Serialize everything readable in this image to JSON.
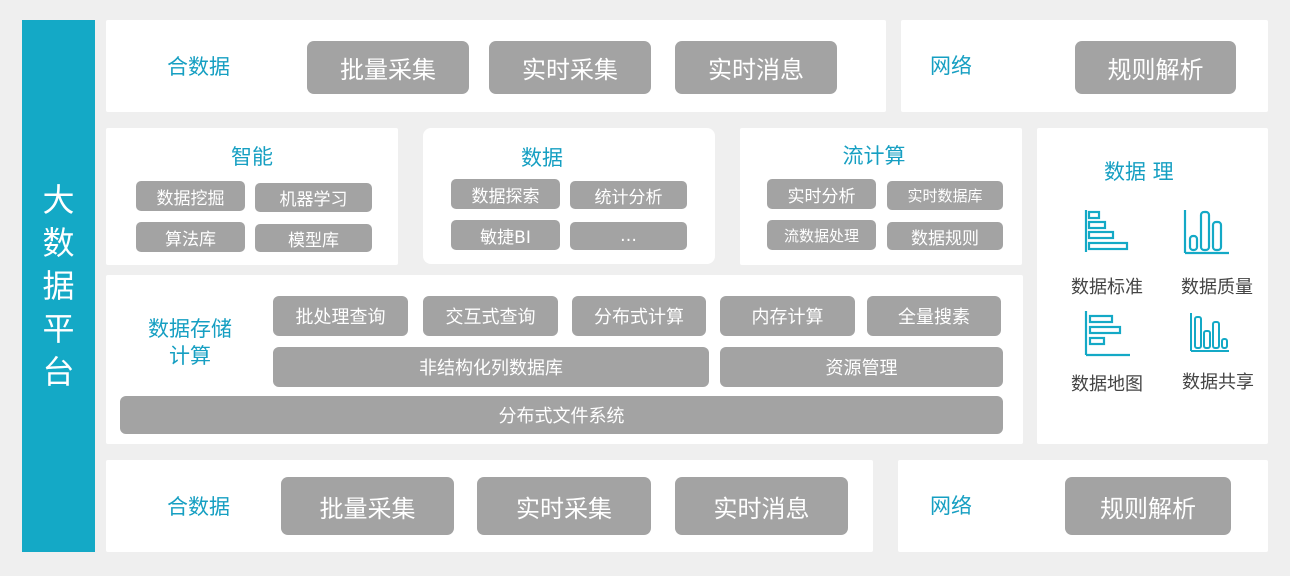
{
  "side_title": "大数据平台",
  "top_row": {
    "left_label": "合数据",
    "buttons": [
      "批量采集",
      "实时采集",
      "实时消息"
    ],
    "right_label": "网络",
    "right_button": "规则解析"
  },
  "middle_row": {
    "intelligence": {
      "title": "智能",
      "items": [
        "数据挖掘",
        "机器学习",
        "算法库",
        "模型库"
      ]
    },
    "data": {
      "title": "数据",
      "items": [
        "数据探索",
        "统计分析",
        "敏捷BI",
        "…"
      ]
    },
    "stream": {
      "title": "流计算",
      "items": [
        "实时分析",
        "实时数据库",
        "流数据处理",
        "数据规则"
      ]
    }
  },
  "storage": {
    "label": "数据存储计算",
    "label_line1": "数据存储",
    "label_line2": "计算",
    "row1": [
      "批处理查询",
      "交互式查询",
      "分布式计算",
      "内存计算",
      "全量搜素"
    ],
    "nosql_db": "非结构化列数据库",
    "resource_mgmt": "资源管理",
    "dfs": "分布式文件系统"
  },
  "governance": {
    "title": "数据   理",
    "items": [
      {
        "label": "数据标准",
        "icon": "bar-chart-horizontal-icon"
      },
      {
        "label": "数据质量",
        "icon": "bar-chart-vertical-icon"
      },
      {
        "label": "数据地图",
        "icon": "bar-chart-horizontal-icon"
      },
      {
        "label": "数据共享",
        "icon": "bar-chart-vertical-icon"
      }
    ]
  },
  "bottom_row": {
    "left_label": "合数据",
    "buttons": [
      "批量采集",
      "实时采集",
      "实时消息"
    ],
    "right_label": "网络",
    "right_button": "规则解析"
  },
  "colors": {
    "accent": "#14a9c6",
    "label": "#169fc2",
    "button": "#a3a3a3",
    "panel": "#ffffff",
    "background": "#efefef"
  }
}
